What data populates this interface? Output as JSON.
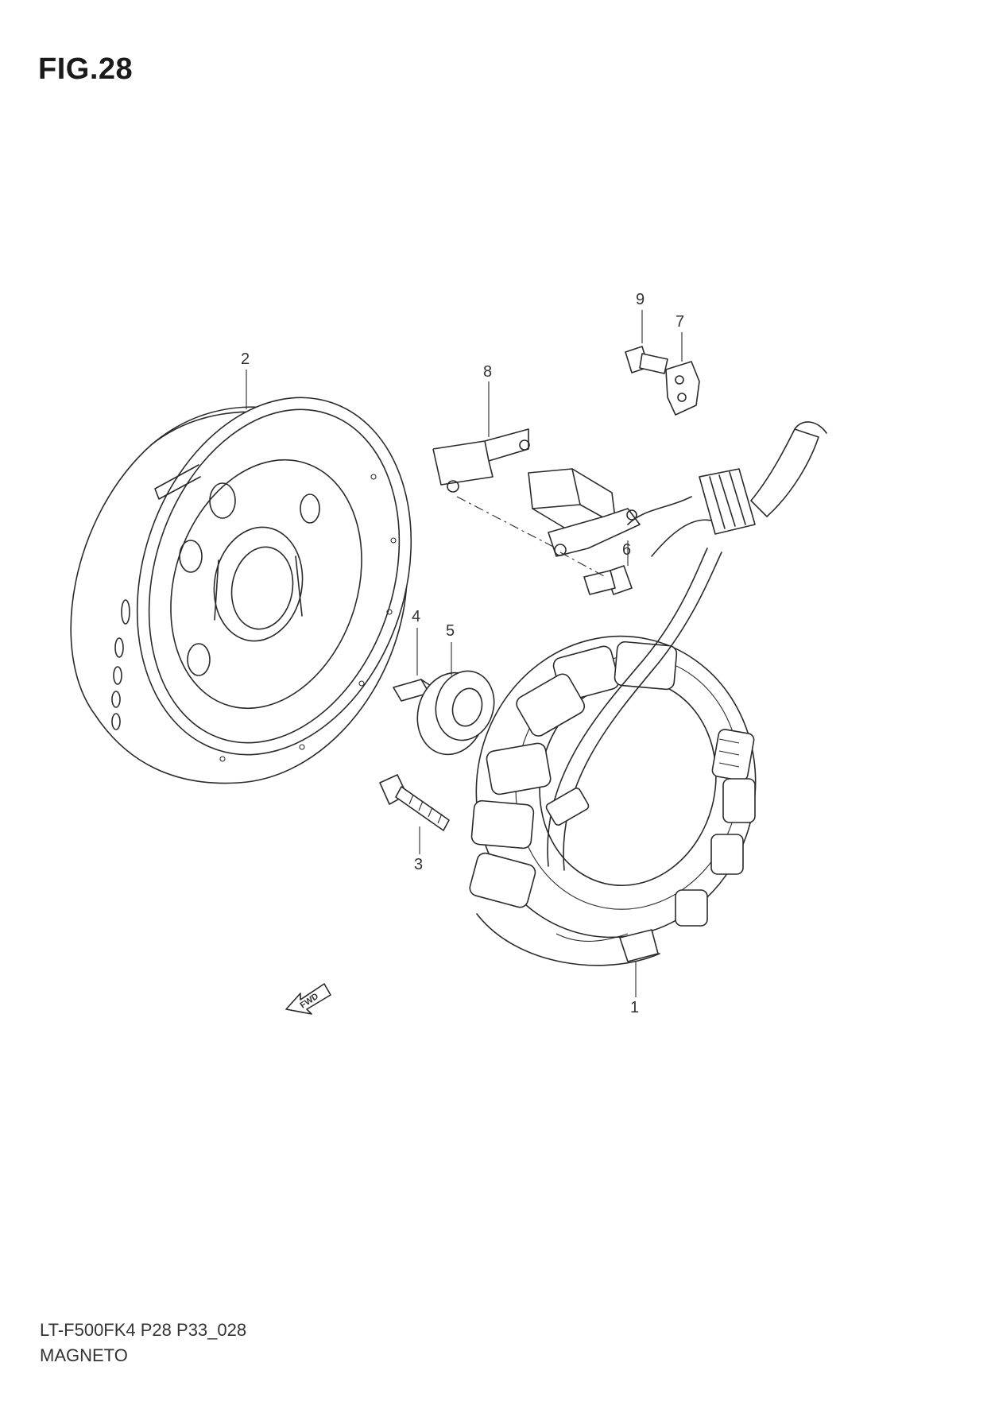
{
  "figure": {
    "title": "FIG.28",
    "model_code": "LT-F500FK4  P28  P33_028",
    "section_name": "MAGNETO"
  },
  "callouts": [
    {
      "id": "1",
      "label": "1"
    },
    {
      "id": "2",
      "label": "2"
    },
    {
      "id": "3",
      "label": "3"
    },
    {
      "id": "4",
      "label": "4"
    },
    {
      "id": "5",
      "label": "5"
    },
    {
      "id": "6",
      "label": "6"
    },
    {
      "id": "7",
      "label": "7"
    },
    {
      "id": "8",
      "label": "8"
    },
    {
      "id": "9",
      "label": "9"
    }
  ],
  "direction_badge": {
    "label": "FWD"
  }
}
